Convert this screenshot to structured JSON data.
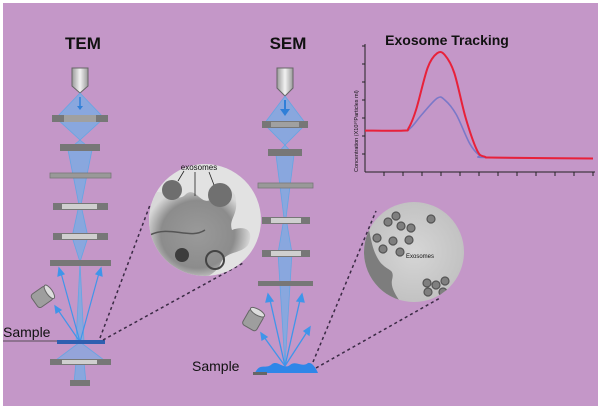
{
  "colors": {
    "background": "#c497c8",
    "beam": "#5ab4f0",
    "plate": "#7a7a7a",
    "red_series": "#e8213a",
    "blue_series": "#7a78c8"
  },
  "tem": {
    "title": "TEM",
    "sample_label": "Sample",
    "inset_label": "exosomes"
  },
  "sem": {
    "title": "SEM",
    "sample_label": "Sample",
    "inset_label": "Exosomes"
  },
  "chart_data": {
    "type": "line",
    "title": "Exosome Tracking",
    "ylabel": "Concentration  (X10¹⁰Particles ml)",
    "xlabel": "",
    "xlim": [
      0,
      12
    ],
    "ylim": [
      0,
      7
    ],
    "grid": false,
    "series": [
      {
        "color": "#7a78c8",
        "points": [
          [
            0,
            2.3
          ],
          [
            2,
            2.3
          ],
          [
            2.4,
            2.45
          ],
          [
            3,
            3.2
          ],
          [
            3.8,
            4.1
          ],
          [
            4.2,
            4.0
          ],
          [
            4.8,
            3.2
          ],
          [
            5.5,
            1.6
          ],
          [
            6,
            0.95
          ],
          [
            6.5,
            0.8
          ],
          [
            12,
            0.75
          ]
        ]
      },
      {
        "color": "#e8213a",
        "points": [
          [
            0,
            2.3
          ],
          [
            2,
            2.3
          ],
          [
            2.3,
            2.45
          ],
          [
            2.7,
            3.5
          ],
          [
            3.3,
            5.8
          ],
          [
            3.8,
            6.6
          ],
          [
            4.2,
            6.5
          ],
          [
            4.7,
            5.5
          ],
          [
            5.3,
            3
          ],
          [
            5.9,
            1.2
          ],
          [
            6.3,
            0.85
          ],
          [
            7,
            0.8
          ],
          [
            12,
            0.75
          ]
        ]
      }
    ]
  }
}
